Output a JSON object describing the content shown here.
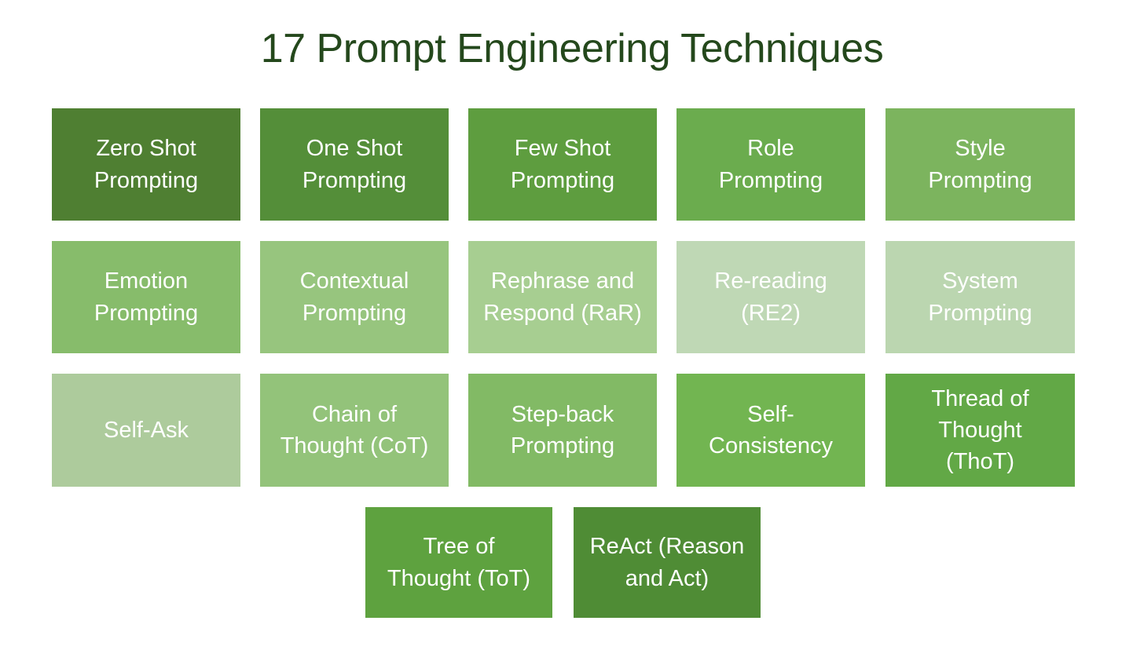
{
  "page": {
    "background_color": "#FFFFFF",
    "title": "17 Prompt Engineering Techniques",
    "title_color": "#24481C"
  },
  "grid": {
    "columns": 5,
    "rows": 4,
    "tile_text_color": "#FFFFFF",
    "tiles": [
      {
        "id": "zero-shot-prompting",
        "label": "Zero Shot\nPrompting",
        "color": "#4F7F32",
        "row": 1,
        "col": 1
      },
      {
        "id": "one-shot-prompting",
        "label": "One Shot\nPrompting",
        "color": "#548E39",
        "row": 1,
        "col": 2
      },
      {
        "id": "few-shot-prompting",
        "label": "Few Shot\nPrompting",
        "color": "#5E9D3F",
        "row": 1,
        "col": 3
      },
      {
        "id": "role-prompting",
        "label": "Role\nPrompting",
        "color": "#6BAC4E",
        "row": 1,
        "col": 4
      },
      {
        "id": "style-prompting",
        "label": "Style\nPrompting",
        "color": "#7CB45E",
        "row": 1,
        "col": 5
      },
      {
        "id": "emotion-prompting",
        "label": "Emotion\nPrompting",
        "color": "#87BC6B",
        "row": 2,
        "col": 1
      },
      {
        "id": "contextual-prompting",
        "label": "Contextual\nPrompting",
        "color": "#97C57E",
        "row": 2,
        "col": 2
      },
      {
        "id": "rephrase-and-respond",
        "label": "Rephrase and\nRespond (RaR)",
        "color": "#A7CE91",
        "row": 2,
        "col": 3
      },
      {
        "id": "re-reading",
        "label": "Re-reading\n(RE2)",
        "color": "#BFD8B5",
        "row": 2,
        "col": 4
      },
      {
        "id": "system-prompting",
        "label": "System\nPrompting",
        "color": "#BBD6B0",
        "row": 2,
        "col": 5
      },
      {
        "id": "self-ask",
        "label": "Self-Ask",
        "color": "#ADCB9C",
        "row": 3,
        "col": 1
      },
      {
        "id": "chain-of-thought",
        "label": "Chain of\nThought (CoT)",
        "color": "#93C37A",
        "row": 3,
        "col": 2
      },
      {
        "id": "step-back-prompting",
        "label": "Step-back\nPrompting",
        "color": "#82BA65",
        "row": 3,
        "col": 3
      },
      {
        "id": "self-consistency",
        "label": "Self-\nConsistency",
        "color": "#72B551",
        "row": 3,
        "col": 4
      },
      {
        "id": "thread-of-thought",
        "label": "Thread of\nThought\n(ThoT)",
        "color": "#62A846",
        "row": 3,
        "col": 5
      },
      {
        "id": "tree-of-thought",
        "label": "Tree of\nThought (ToT)",
        "color": "#5EA23F",
        "row": 4,
        "col": 2
      },
      {
        "id": "react",
        "label": "ReAct (Reason\nand Act)",
        "color": "#4F8C35",
        "row": 4,
        "col": 3
      }
    ]
  }
}
